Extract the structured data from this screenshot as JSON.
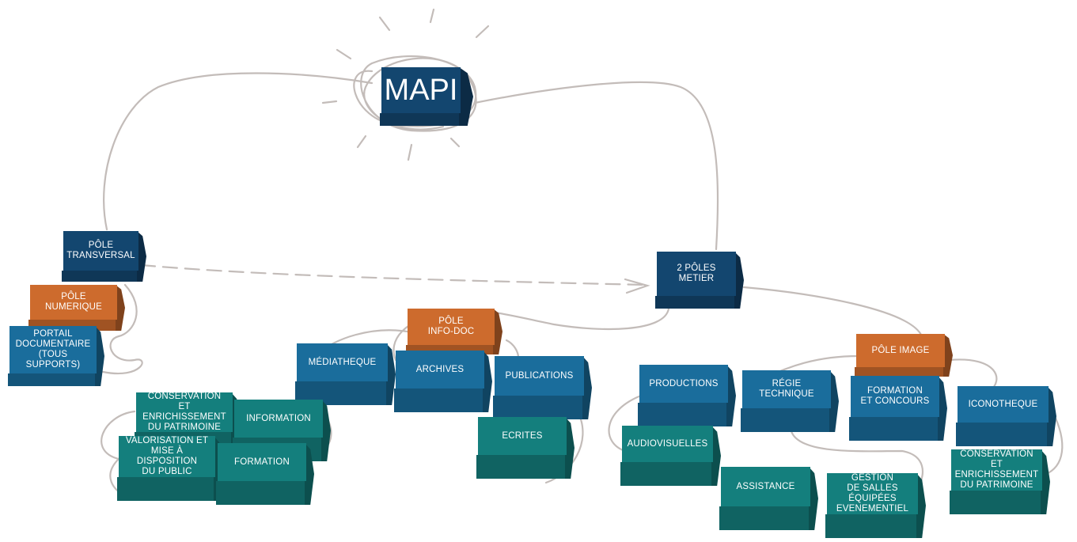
{
  "colors": {
    "navy": "#13466f",
    "blue": "#1a6d9c",
    "teal": "#147f7d",
    "orange": "#cd6b2d",
    "line": "#c3bcb9"
  },
  "diagram": {
    "root": {
      "label": "MAPI",
      "color": "navy"
    },
    "poles": [
      {
        "label": "PÔLE\nTRANSVERSAL",
        "color": "navy"
      },
      {
        "label": "PÔLE\nNUMERIQUE",
        "color": "orange"
      },
      {
        "label": "PORTAIL\nDOCUMENTAIRE\n(TOUS SUPPORTS)",
        "color": "blue"
      },
      {
        "label": "2 PÔLES\nMETIER",
        "color": "navy"
      },
      {
        "label": "PÔLE\nINFO-DOC",
        "color": "orange"
      },
      {
        "label": "PÔLE IMAGE",
        "color": "orange"
      }
    ],
    "infodoc_units": [
      {
        "label": "MÉDIATHEQUE",
        "color": "blue"
      },
      {
        "label": "ARCHIVES",
        "color": "blue"
      },
      {
        "label": "PUBLICATIONS",
        "color": "blue"
      },
      {
        "label": "ECRITES",
        "color": "teal"
      },
      {
        "label": "CONSERVATION\nET ENRICHISSEMENT\nDU PATRIMOINE",
        "color": "teal"
      },
      {
        "label": "INFORMATION",
        "color": "teal"
      },
      {
        "label": "VALORISATION ET\nMISE À DISPOSITION\nDU PUBLIC",
        "color": "teal"
      },
      {
        "label": "FORMATION",
        "color": "teal"
      }
    ],
    "image_units": [
      {
        "label": "PRODUCTIONS",
        "color": "blue"
      },
      {
        "label": "RÉGIE\nTECHNIQUE",
        "color": "blue"
      },
      {
        "label": "FORMATION\nET CONCOURS",
        "color": "blue"
      },
      {
        "label": "ICONOTHEQUE",
        "color": "blue"
      },
      {
        "label": "AUDIOVISUELLES",
        "color": "teal"
      },
      {
        "label": "ASSISTANCE",
        "color": "teal"
      },
      {
        "label": "GESTION\nDE SALLES ÉQUIPÉES\nEVENEMENTIEL",
        "color": "teal"
      },
      {
        "label": "CONSERVATION\nET ENRICHISSEMENT\nDU PATRIMOINE",
        "color": "teal"
      }
    ]
  }
}
